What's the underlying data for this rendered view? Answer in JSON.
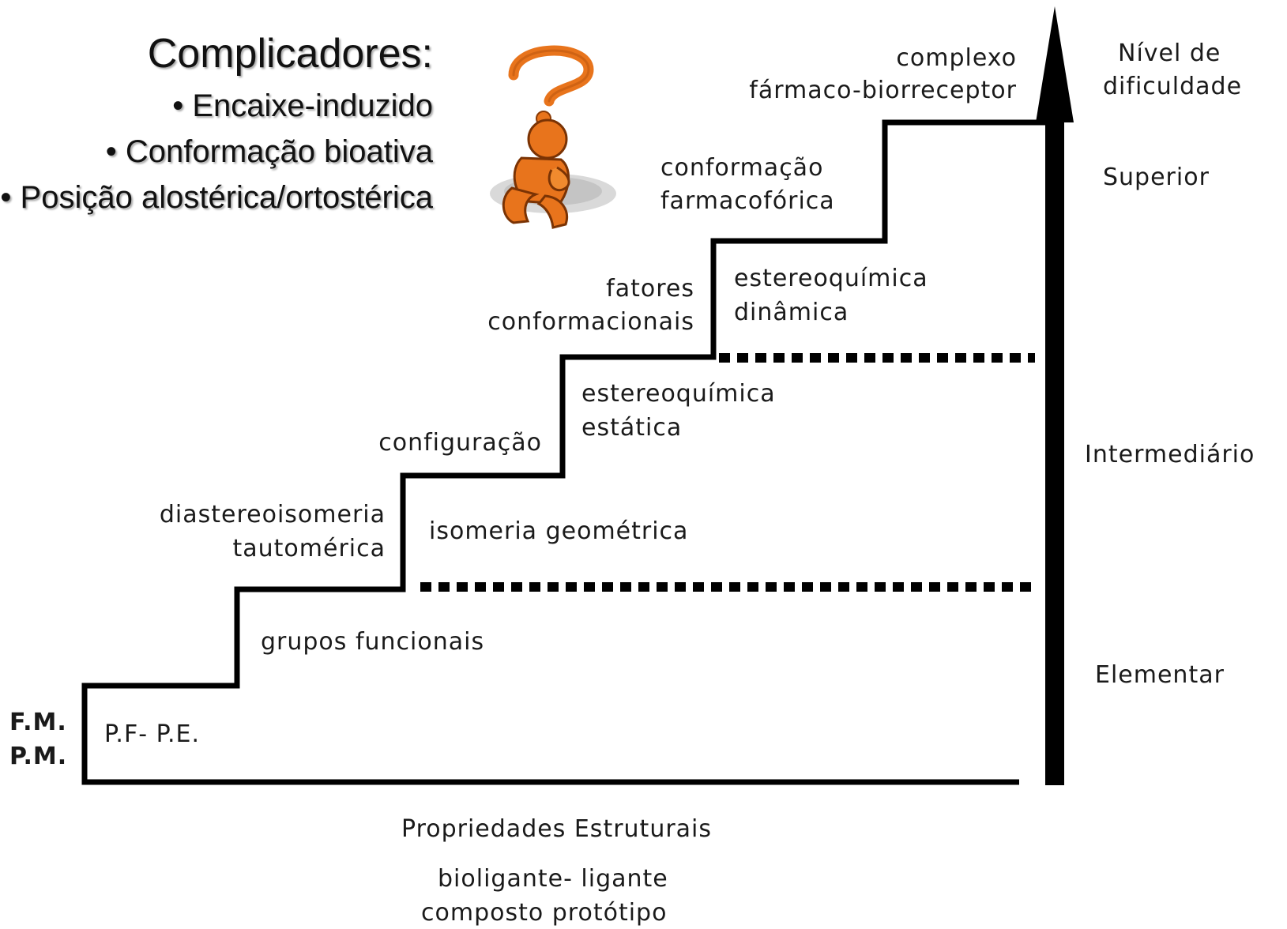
{
  "complicadores": {
    "title": "Complicadores:",
    "items": [
      "• Encaixe-induzido",
      "• Conformação bioativa",
      "• Posição alostérica/ortostérica"
    ]
  },
  "steps": {
    "pm_fm_top": "F.M.",
    "pm_fm_bottom": "P.M.",
    "pf_pe": "P.F- P.E.",
    "grupos": "grupos funcionais",
    "diastereo_1": "diastereoisomeria",
    "diastereo_2": "tautomérica",
    "isomeria": "isomeria geométrica",
    "configuracao": "configuração",
    "estereo_estatica_1": "estereoquímica",
    "estereo_estatica_2": "estática",
    "fatores_1": "fatores",
    "fatores_2": "conformacionais",
    "estereo_dinamica_1": "estereoquímica",
    "estereo_dinamica_2": "dinâmica",
    "conformacao_1": "conformação",
    "conformacao_2": "farmacofórica",
    "complexo_1": "complexo",
    "complexo_2": "fármaco-biorreceptor"
  },
  "levels": {
    "axis_1": "Nível de",
    "axis_2": "dificuldade",
    "superior": "Superior",
    "intermediario": "Intermediário",
    "elementar": "Elementar"
  },
  "bottom": {
    "propriedades": "Propriedades Estruturais",
    "bioligante": "bioligante- ligante",
    "prototipo": "composto protótipo"
  },
  "figure": {
    "icon": "thinking-person-question-mark-icon",
    "accent": "#e8741c",
    "line_color": "#000000"
  }
}
